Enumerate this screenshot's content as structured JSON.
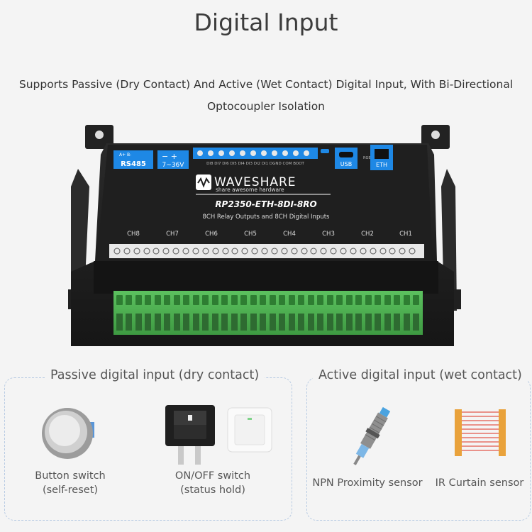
{
  "header": {
    "title": "Digital Input",
    "subtitle_line1": "Supports Passive (Dry Contact) And Active (Wet Contact) Digital Input, With Bi-Directional",
    "subtitle_line2": "Optocoupler Isolation"
  },
  "device": {
    "brand": "WAVESHARE",
    "brand_tagline": "share awesome hardware",
    "model": "RP2350-ETH-8DI-8RO",
    "description": "8CH Relay Outputs and 8CH Digital Inputs",
    "channels": [
      "CH8",
      "CH7",
      "CH6",
      "CH5",
      "CH4",
      "CH3",
      "CH2",
      "CH1"
    ],
    "ports": {
      "rs485": "RS485",
      "rs485_pins": "A+ B-",
      "power": "7~36V",
      "usb": "USB",
      "eth": "ETH",
      "rgb": "RGB",
      "input_pins": "DI8 DI7 DI6 DI5 DI4 DI3 DI2 DI1 DGND COM BOOT"
    }
  },
  "passive": {
    "title": "Passive digital input (dry contact)",
    "items": [
      {
        "line1": "Button switch",
        "line2": "(self-reset)"
      },
      {
        "line1": "ON/OFF switch",
        "line2": "(status hold)"
      }
    ]
  },
  "active": {
    "title": "Active digital input (wet contact)",
    "items": [
      {
        "line1": "NPN Proximity sensor"
      },
      {
        "line1": "IR Curtain sensor"
      }
    ]
  },
  "colors": {
    "terminal_green": "#4caf50",
    "connector_blue": "#1e88e5",
    "case_black": "#1c1c1c",
    "panel_border": "#b8cbe3"
  }
}
